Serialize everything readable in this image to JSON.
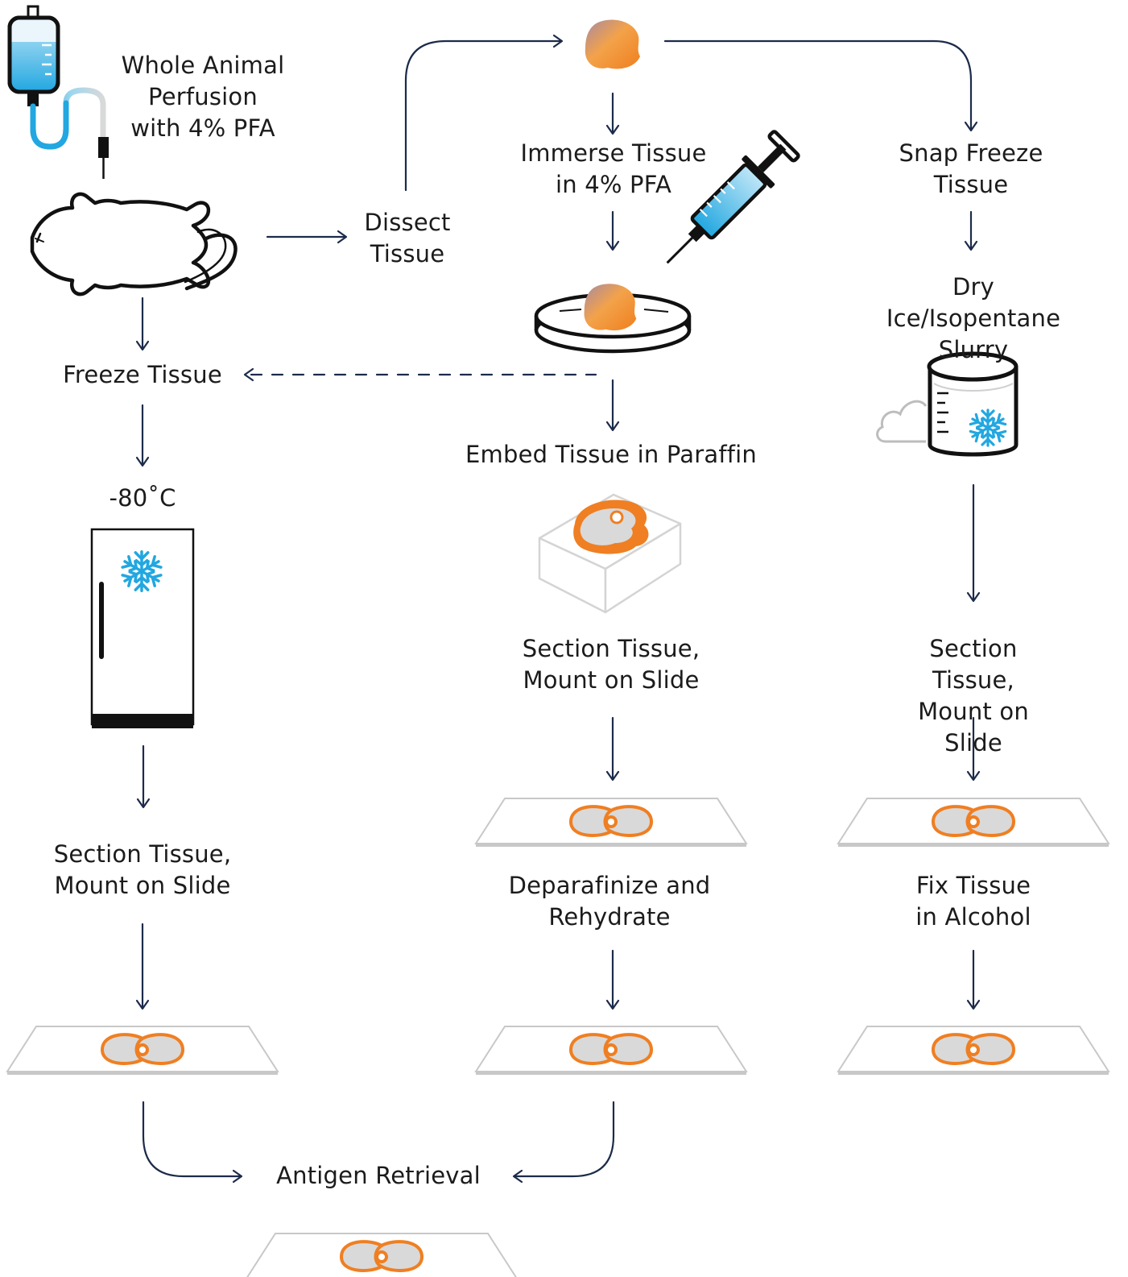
{
  "colors": {
    "arrow": "#1c2b4a",
    "tissue_light": "#f3a24a",
    "tissue_dark": "#ef7f1e",
    "tissue_purple": "#a88aa0",
    "slide_tissue": "#ef7f22",
    "slide_fill": "#d9d9d9",
    "snowflake": "#22a7e0",
    "fluid_blue": "#22a7e0",
    "outline": "#111111",
    "slide_edge": "#c8c8c8"
  },
  "steps": {
    "perfusion": "Whole Animal\nPerfusion\nwith 4% PFA",
    "dissect": "Dissect\nTissue",
    "immerse": "Immerse Tissue\nin 4% PFA",
    "snap_freeze": "Snap Freeze\nTissue",
    "dry_ice": "Dry Ice/Isopentane\nSlurry",
    "freeze": "Freeze Tissue",
    "embed": "Embed Tissue in Paraffin",
    "minus80": "-80˚C",
    "section_paraffin": "Section Tissue,\nMount on Slide",
    "section_snap": "Section Tissue,\nMount on Slide",
    "section_frozen": "Section Tissue,\nMount on Slide",
    "deparafinize": "Deparafinize and\nRehydrate",
    "fix": "Fix Tissue\nin Alcohol",
    "antigen": "Antigen Retrieval"
  },
  "icons": {
    "iv_bag": "iv-bag-icon",
    "mouse": "mouse-icon",
    "tissue": "tissue-sample-icon",
    "syringe": "syringe-icon",
    "petri_dish": "petri-dish-icon",
    "beaker": "dry-ice-beaker-icon",
    "freezer": "freezer-icon",
    "paraffin_block": "paraffin-block-icon",
    "slide": "slide-icon",
    "snowflake": "snowflake-icon"
  }
}
